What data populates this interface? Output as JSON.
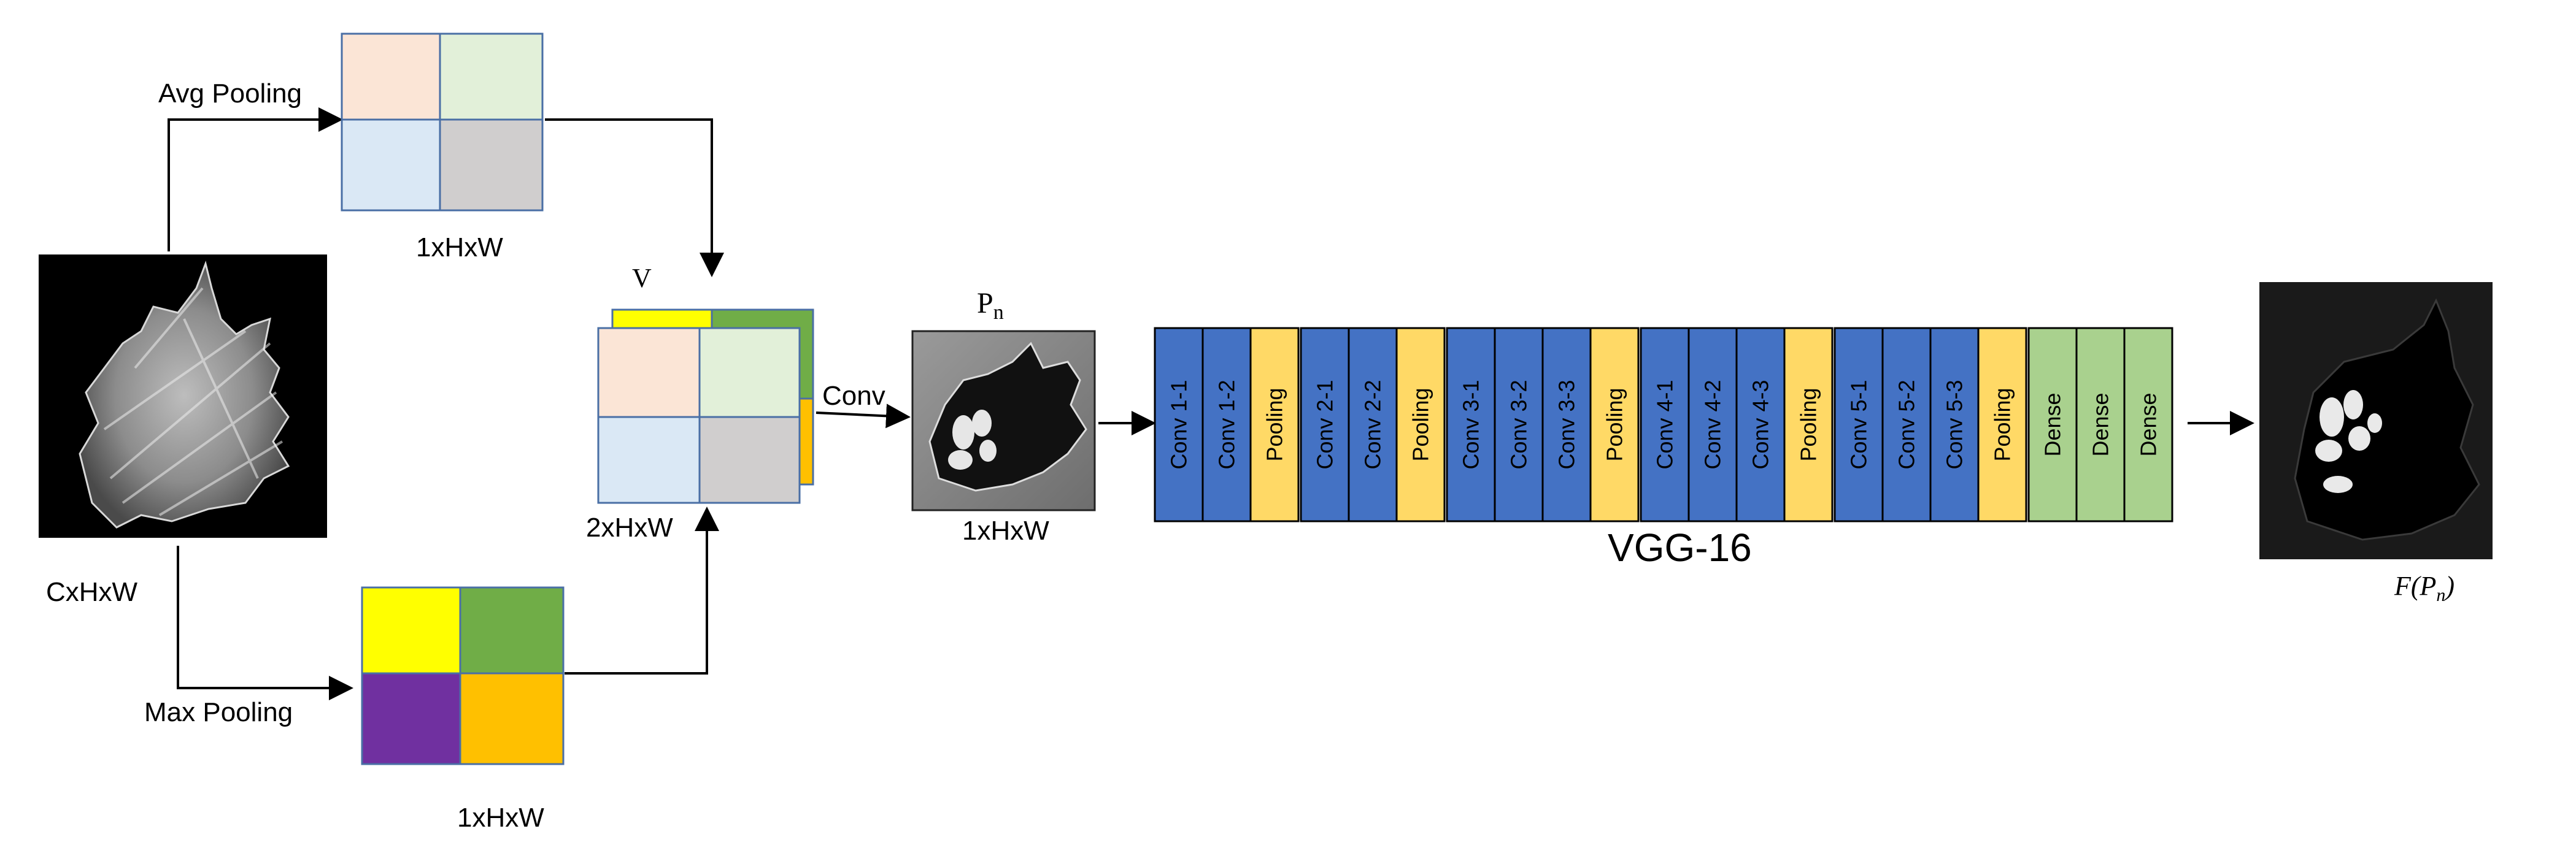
{
  "labels": {
    "avg_pooling": "Avg Pooling",
    "max_pooling": "Max Pooling",
    "input_dims": "CxHxW",
    "avg_dims": "1xHxW",
    "max_dims": "1xHxW",
    "v_label": "V",
    "stack_dims": "2xHxW",
    "conv": "Conv",
    "pn_base": "P",
    "pn_sub": "n",
    "pn_dims": "1xHxW",
    "vgg_title": "VGG-16",
    "output_prefix": "F(P",
    "output_sub": "n",
    "output_suffix": ")"
  },
  "avg_grid_colors": [
    "#fbe5d6",
    "#e2f0d9",
    "#dae8f5",
    "#d0cece"
  ],
  "max_grid_colors": [
    "#ffff00",
    "#70ad47",
    "#7030a0",
    "#ffc000"
  ],
  "stack_back_colors": [
    "#ffff00",
    "#70ad47",
    "#ffc000"
  ],
  "vgg_layers": [
    {
      "label": "Conv 1-1",
      "kind": "conv"
    },
    {
      "label": "Conv 1-2",
      "kind": "conv"
    },
    {
      "label": "Pooling",
      "kind": "pool"
    },
    {
      "label": "Conv 2-1",
      "kind": "conv"
    },
    {
      "label": "Conv 2-2",
      "kind": "conv"
    },
    {
      "label": "Pooling",
      "kind": "pool"
    },
    {
      "label": "Conv 3-1",
      "kind": "conv"
    },
    {
      "label": "Conv 3-2",
      "kind": "conv"
    },
    {
      "label": "Conv 3-3",
      "kind": "conv"
    },
    {
      "label": "Pooling",
      "kind": "pool"
    },
    {
      "label": "Conv 4-1",
      "kind": "conv"
    },
    {
      "label": "Conv 4-2",
      "kind": "conv"
    },
    {
      "label": "Conv 4-3",
      "kind": "conv"
    },
    {
      "label": "Pooling",
      "kind": "pool"
    },
    {
      "label": "Conv 5-1",
      "kind": "conv"
    },
    {
      "label": "Conv 5-2",
      "kind": "conv"
    },
    {
      "label": "Conv 5-3",
      "kind": "conv"
    },
    {
      "label": "Pooling",
      "kind": "pool"
    },
    {
      "label": "Dense",
      "kind": "dense"
    },
    {
      "label": "Dense",
      "kind": "dense"
    },
    {
      "label": "Dense",
      "kind": "dense"
    }
  ],
  "layer_colors": {
    "conv": "#4472c4",
    "pool": "#ffd966",
    "dense": "#a9d18e"
  }
}
